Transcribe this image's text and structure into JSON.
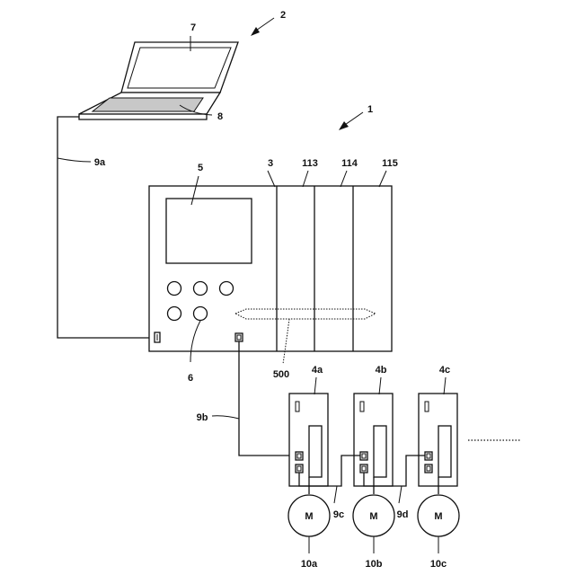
{
  "labels": {
    "system": "1",
    "laptop": "2",
    "controller": "3",
    "screen": "5",
    "buttons": "6",
    "laptop_screen": "7",
    "laptop_keyboard": "8",
    "cable_laptop": "9a",
    "cable_drive": "9b",
    "cable_ab": "9c",
    "cable_bc": "9d",
    "module_113": "113",
    "module_114": "114",
    "module_115": "115",
    "bus": "500",
    "drive_a": "4a",
    "drive_b": "4b",
    "drive_c": "4c",
    "motor_a": "10a",
    "motor_b": "10b",
    "motor_c": "10c"
  },
  "motor_symbol": "M",
  "colors": {
    "line": "#111111",
    "keyboard_fill": "#c8c8c8",
    "background": "#ffffff"
  }
}
